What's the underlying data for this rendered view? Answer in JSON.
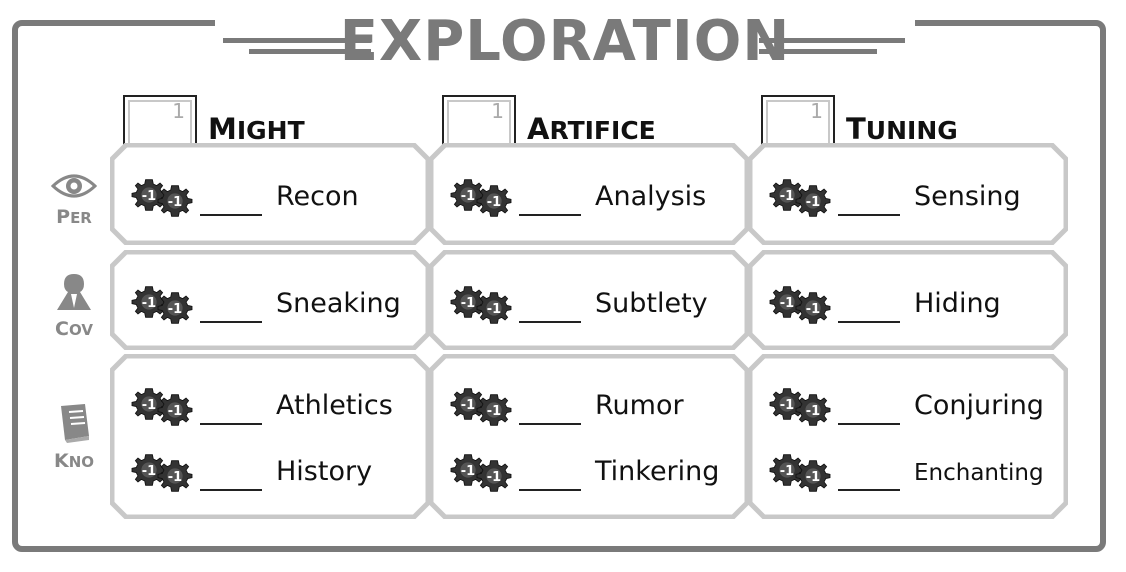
{
  "title": "EXPLORATION",
  "columns": [
    {
      "name_cap": "M",
      "name_rest": "IGHT",
      "value": "1"
    },
    {
      "name_cap": "A",
      "name_rest": "RTIFICE",
      "value": "1"
    },
    {
      "name_cap": "T",
      "name_rest": "UNING",
      "value": "1"
    }
  ],
  "rows": [
    {
      "icon": "eye-icon",
      "label_cap": "P",
      "label_rest": "ER"
    },
    {
      "icon": "cloak-icon",
      "label_cap": "C",
      "label_rest": "OV"
    },
    {
      "icon": "book-icon",
      "label_cap": "K",
      "label_rest": "NO"
    }
  ],
  "skills": {
    "recon": "Recon",
    "analysis": "Analysis",
    "sensing": "Sensing",
    "sneaking": "Sneaking",
    "subtlety": "Subtlety",
    "hiding": "Hiding",
    "athletics": "Athletics",
    "rumor": "Rumor",
    "conjuring": "Conjuring",
    "history": "History",
    "tinkering": "Tinkering",
    "enchanting": "Enchanting"
  },
  "gear_value": "-1",
  "colors": {
    "frame": "#7a7a7a",
    "panel_border": "#c8c8c8",
    "text": "#111111"
  }
}
